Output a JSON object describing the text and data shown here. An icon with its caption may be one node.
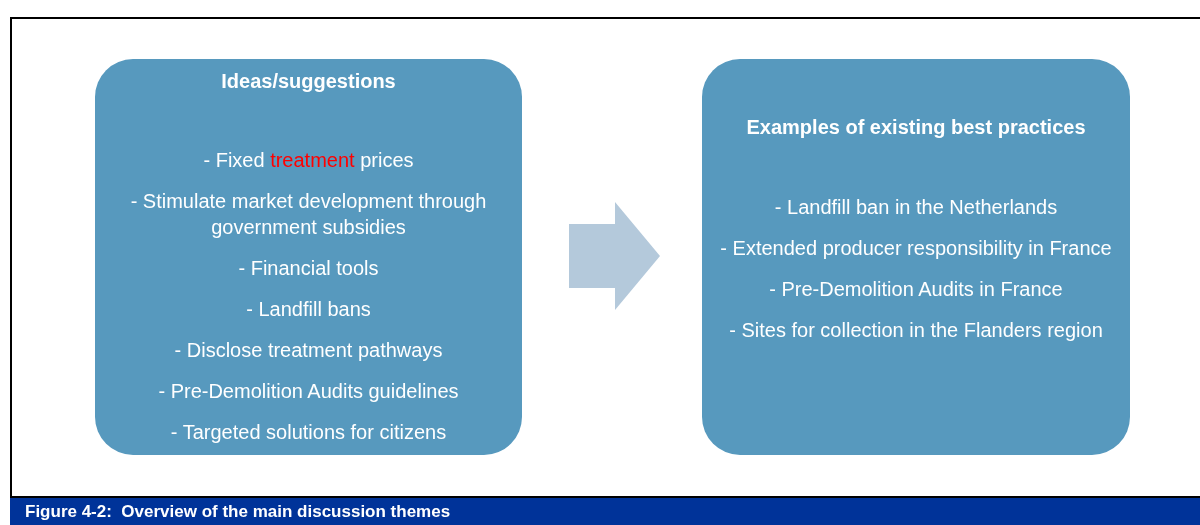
{
  "diagram": {
    "caption": "Figure 4-2:  Overview of the main discussion themes",
    "nodes": [
      {
        "text": [
          "Ideas/suggestions",
          "- Fixed *treatment* prices",
          "- Stimulate market development through government subsidies",
          "- Financial tools",
          "- Landfill bans",
          "- Disclose treatment pathways",
          "- Pre-Demolition Audits guidelines",
          "- Targeted solutions for citizens"
        ]
      },
      {
        "text": [
          "Examples of existing best practices",
          "- Landfill ban in the Netherlands",
          "- Extended producer responsibility in France",
          "- Pre-Demolition Audits in France",
          "- Sites for collection in the Flanders region"
        ]
      }
    ],
    "edges": [
      {
        "from": 0,
        "to": 1,
        "arrow": "to"
      }
    ]
  }
}
